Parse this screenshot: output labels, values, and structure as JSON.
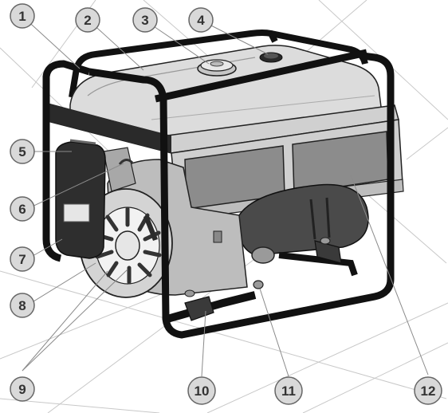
{
  "callouts": [
    {
      "label": "1"
    },
    {
      "label": "2"
    },
    {
      "label": "3"
    },
    {
      "label": "4"
    },
    {
      "label": "5"
    },
    {
      "label": "6"
    },
    {
      "label": "7"
    },
    {
      "label": "8"
    },
    {
      "label": "9"
    },
    {
      "label": "10"
    },
    {
      "label": "11"
    },
    {
      "label": "12"
    }
  ],
  "colors": {
    "frame": "#111111",
    "tank": "#dcdcdc",
    "panel": "#8c8c8c",
    "engine": "#bdbdbd",
    "callout_fill": "#d9d9d9"
  }
}
